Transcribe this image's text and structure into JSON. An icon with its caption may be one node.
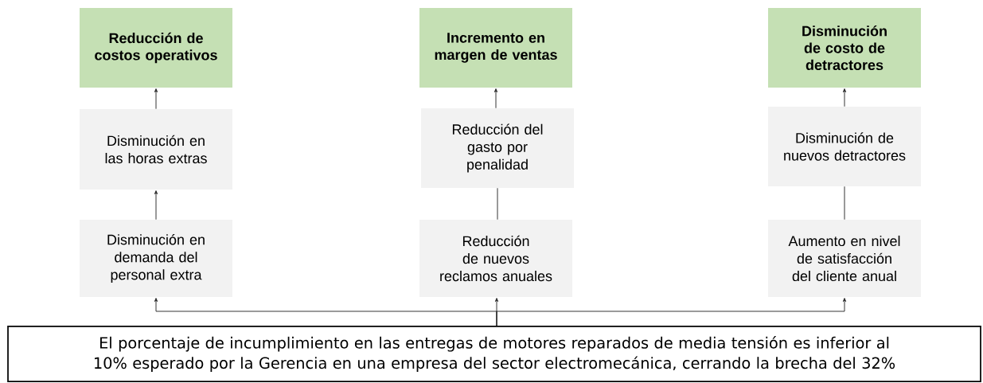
{
  "diagram": {
    "nodes": [
      {
        "text": [
          "Reducción de costos operativos"
        ]
      },
      {
        "text": [
          "Incremento en margen de ventas"
        ]
      },
      {
        "text": [
          "Disminución de costo de detractores"
        ]
      },
      {
        "text": [
          "Disminución en las horas extras"
        ]
      },
      {
        "text": [
          "Reducción del gasto por penalidad"
        ]
      },
      {
        "text": [
          "Disminución de nuevos detractores"
        ]
      },
      {
        "text": [
          "Disminución en demanda del personal extra"
        ]
      },
      {
        "text": [
          "Reducción de nuevos reclamos anuales"
        ]
      },
      {
        "text": [
          "Aumento en nivel de satisfacción del cliente anual"
        ]
      },
      {
        "text": [
          "El porcentaje de incumplimiento en las entregas de motores reparados de media tensión es inferior al 10% esperado por la Gerencia en una empresa del sector electromecánica, cerrando la brecha del 32%"
        ]
      }
    ],
    "edges": [
      {
        "from": 3,
        "to": 0,
        "arrow": "to"
      },
      {
        "from": 4,
        "to": 1,
        "arrow": "to"
      },
      {
        "from": 5,
        "to": 2,
        "arrow": "to"
      },
      {
        "from": 6,
        "to": 3,
        "arrow": "to"
      },
      {
        "from": 7,
        "to": 4,
        "arrow": "none"
      },
      {
        "from": 8,
        "to": 5,
        "arrow": "none"
      },
      {
        "from": 9,
        "to": 6,
        "arrow": "to"
      },
      {
        "from": 9,
        "to": 7,
        "arrow": "to"
      },
      {
        "from": 9,
        "to": 8,
        "arrow": "to"
      }
    ]
  }
}
